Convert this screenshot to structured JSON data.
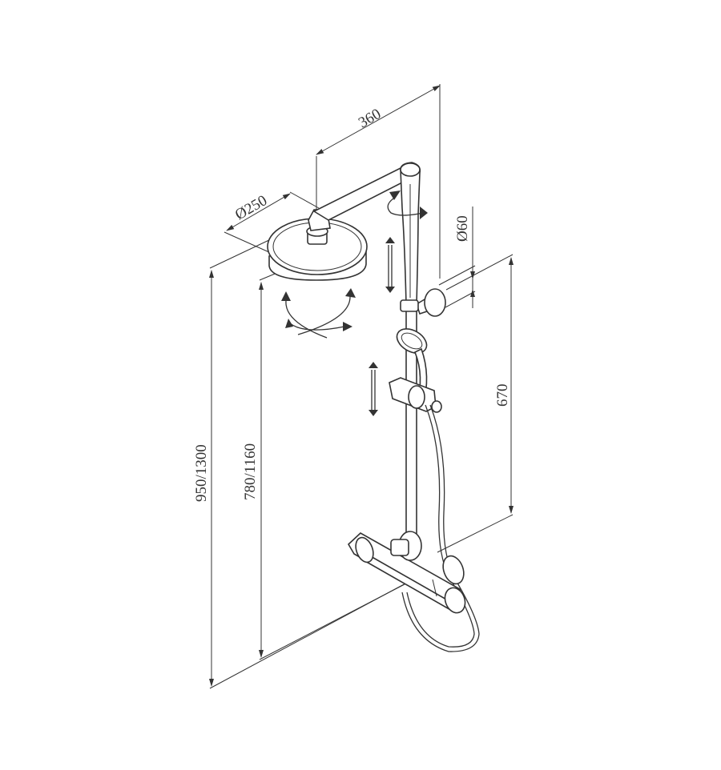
{
  "drawing": {
    "dimensions": {
      "arm_length": "360",
      "head_diameter": "Ø250",
      "holder_diameter": "Ø60",
      "rail_length": "670",
      "total_height": "950/1300",
      "head_height": "780/1160"
    }
  }
}
